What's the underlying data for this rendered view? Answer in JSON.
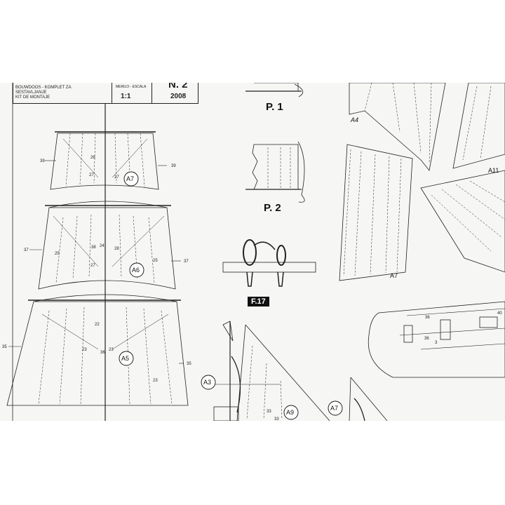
{
  "title_block": {
    "description_line1": "BOUWDOOS - KOMPLET ZA SESTAVLJANJE",
    "description_line2": "KIT DE MONTAJE",
    "scale_label": "MERILO - ESCALA",
    "scale": "1:1",
    "sheet_number": "N. 2",
    "year": "2008"
  },
  "detail_labels": {
    "p1": "P. 1",
    "p2": "P. 2",
    "f17": "F.17"
  },
  "sail_labels": {
    "a7_circle": "A7",
    "a6_circle": "A6",
    "a5_circle": "A5",
    "a3_circle": "A3",
    "a9_circle": "A9",
    "a7_circle_lower": "A7",
    "a4": "A4",
    "a11": "A11",
    "a7_part": "A7"
  },
  "dimension_numbers": {
    "n39_left": "39",
    "n39_right": "39",
    "n37_left": "37",
    "n37_right": "37",
    "n35_left": "35",
    "n35_right": "35",
    "n26": "26",
    "n27a": "27",
    "n27b": "27",
    "n38": "38",
    "n24": "24",
    "n28": "28",
    "n25a": "25",
    "n25b": "25",
    "n27c": "27",
    "n22": "22",
    "n36": "36",
    "n23a": "23",
    "n23b": "23",
    "n23c": "23",
    "n36b": "36",
    "n36c": "36",
    "n3": "3",
    "n33a": "33",
    "n33b": "33",
    "n40": "40"
  }
}
